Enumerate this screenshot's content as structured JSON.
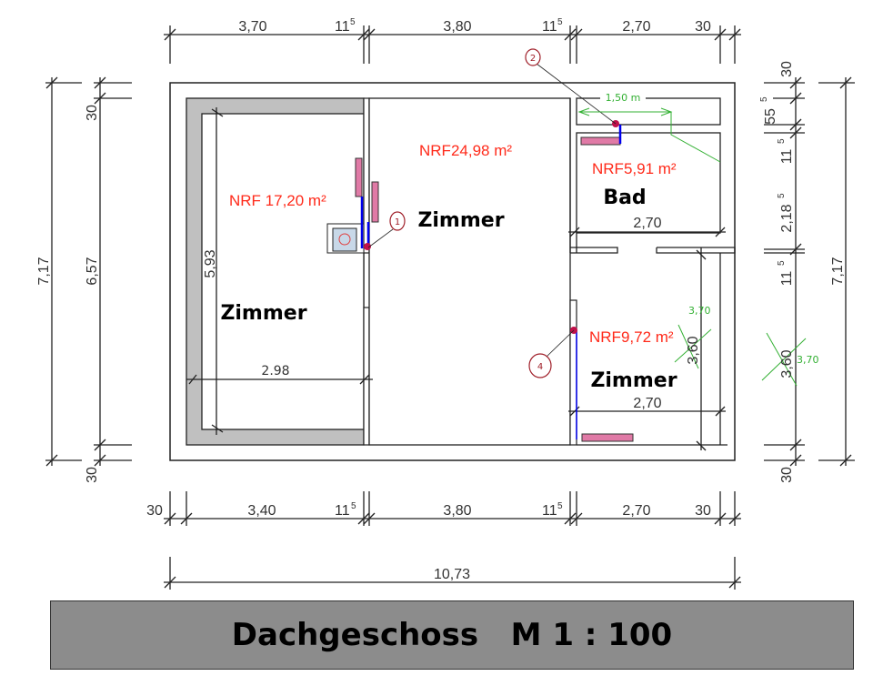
{
  "plan": {
    "top_dims": [
      "3,70",
      "11",
      "5",
      "3,80",
      "11",
      "5",
      "2,70",
      "30"
    ],
    "bottom_dims": [
      "30",
      "3,40",
      "11",
      "5",
      "3,80",
      "11",
      "5",
      "2,70",
      "30"
    ],
    "total_width": "10,73",
    "left_dims": {
      "total": "7,17",
      "inner": "6,57",
      "top": "30",
      "bottom": "30"
    },
    "right_dims": {
      "top": "30",
      "d1": "55",
      "d1_sup": "5",
      "d2": "11",
      "d2_sup": "5",
      "d3": "2,18",
      "d3_sup": "5",
      "d4": "11",
      "d4_sup": "5",
      "bottom": "30",
      "total": "7,17"
    },
    "rooms": [
      {
        "name": "Zimmer",
        "nrf": "NRF 17,20  m²",
        "width": "2.98",
        "height": "5,93"
      },
      {
        "name": "Zimmer",
        "nrf": "NRF24,98 m²"
      },
      {
        "name": "Bad",
        "nrf": "NRF5,91 m²",
        "width": "2,70"
      },
      {
        "name": "Zimmer",
        "nrf": "NRF9,72 m²",
        "width": "2,70",
        "height": "3,60",
        "green": "3,70"
      }
    ],
    "outside_annotation": {
      "height": "3,60",
      "green": "3,70"
    },
    "green_dim": "1,50 m",
    "markers": [
      "1",
      "2",
      "4"
    ]
  },
  "title": "Dachgeschoss   M 1 : 100",
  "colors": {
    "nrf": "#ff2a1a",
    "wall_fill": "#c0c0c0",
    "radiator": "#e07aa6",
    "pipe": "#0000ee",
    "banner": "#8c8c8c"
  }
}
